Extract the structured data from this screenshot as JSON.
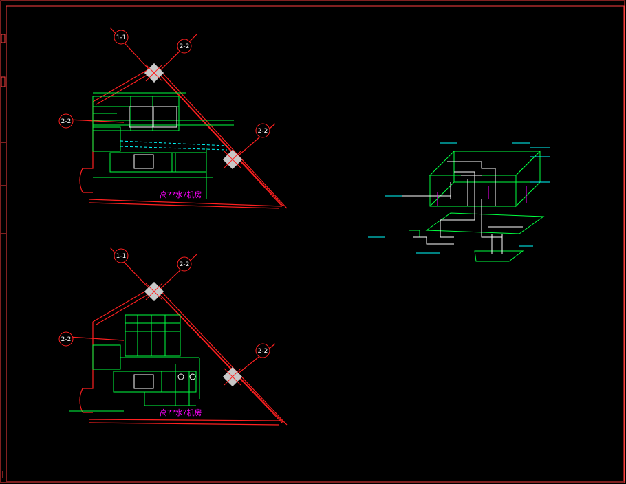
{
  "drawing": {
    "plan_upper_title": "高??水?机房",
    "plan_lower_title": "高??水?机房",
    "section_markers": [
      "1-1",
      "2-2",
      "2-2",
      "2-2",
      "1-1",
      "2-2",
      "2-2",
      "2-2"
    ]
  },
  "colors": {
    "background": "#000000",
    "frame": "#ff4040",
    "wall": "#ff2020",
    "pipe": "#00ff40",
    "equipment": "#ffffff",
    "dimension": "#00ffff",
    "accent": "#ff00ff"
  }
}
